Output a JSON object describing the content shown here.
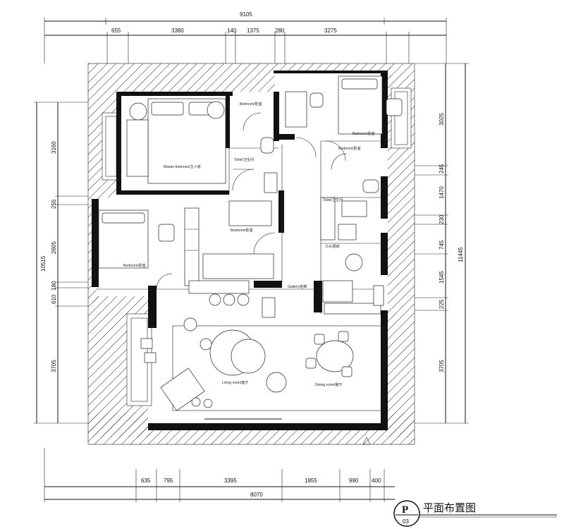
{
  "top_dimensions": {
    "overall": "9105",
    "segments": [
      "655",
      "3380",
      "140",
      "1375",
      "280",
      "3275"
    ]
  },
  "bottom_dimensions": {
    "overall": "8070",
    "segments": [
      "635",
      "795",
      "3395",
      "1855",
      "990",
      "400"
    ]
  },
  "left_dimensions": {
    "overall": "10515",
    "segments": [
      "3160",
      "255",
      "2605",
      "180",
      "610",
      "3705"
    ]
  },
  "right_dimensions": {
    "overall": "11445",
    "segments": [
      "3025",
      "245",
      "1470",
      "230",
      "745",
      "1545",
      "225",
      "3705"
    ]
  },
  "rooms": {
    "master_bedroom": "Master bedroom/主人房",
    "toilet_1": "Toilet/卫生间",
    "toilet_2": "Toilet/卫生间",
    "bedroom_1": "Bedroom/卧室",
    "bedroom_2": "Bedroom/卧室",
    "bedroom_3": "Bedroom/卧室",
    "gallery": "Gallery/走廊",
    "dk": "D.K/厨房",
    "living_room": "Living room/客厅",
    "dining_room": "Dining room/餐厅"
  },
  "title_block": {
    "letter": "P",
    "number": "03",
    "title": "平面布置图"
  }
}
